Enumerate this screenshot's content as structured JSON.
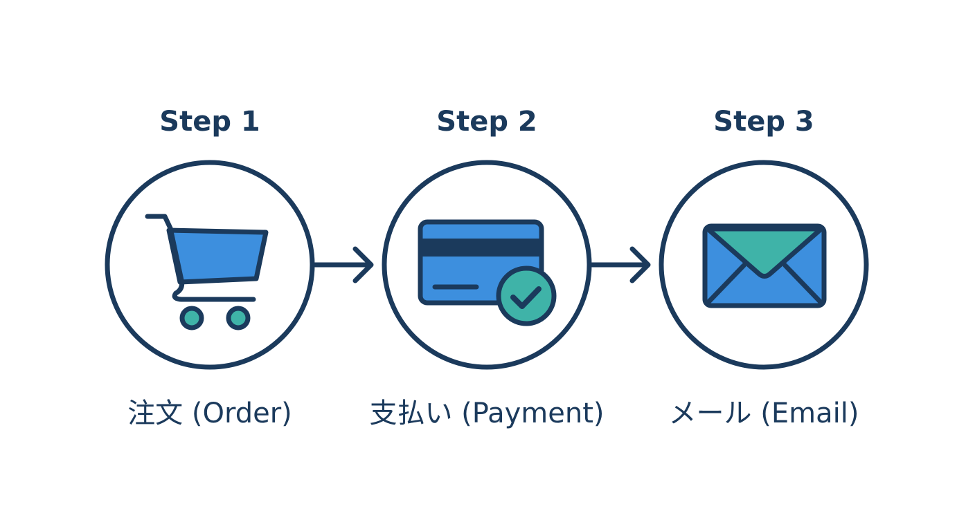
{
  "steps": [
    {
      "title": "Step 1",
      "label": "注文 (Order)",
      "icon": "shopping-cart-icon"
    },
    {
      "title": "Step 2",
      "label": "支払い (Payment)",
      "icon": "credit-card-check-icon"
    },
    {
      "title": "Step 3",
      "label": "メール (Email)",
      "icon": "envelope-icon"
    }
  ],
  "colors": {
    "outline": "#1b3a5c",
    "blue": "#3d8fde",
    "teal": "#3fb3a8",
    "background": "#ffffff"
  }
}
